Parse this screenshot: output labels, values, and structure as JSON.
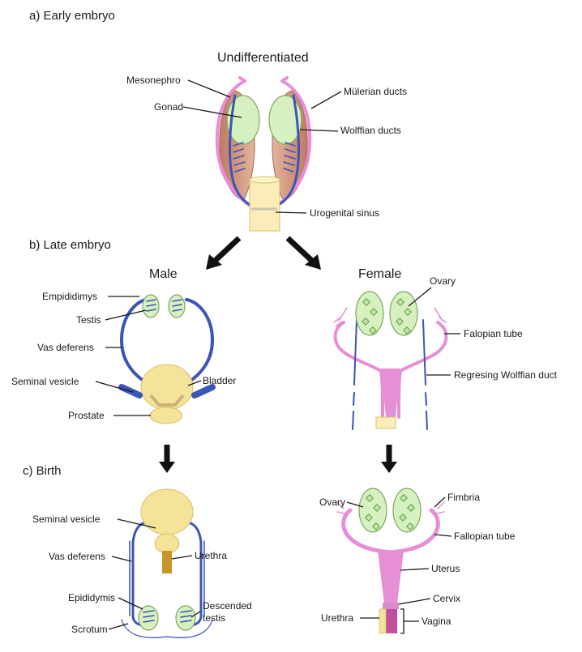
{
  "sections": {
    "a": "a) Early embryo",
    "b": "b) Late embryo",
    "c": "c) Birth"
  },
  "headings": {
    "undifferentiated": "Undifferentiated",
    "male": "Male",
    "female": "Female"
  },
  "early": {
    "mesonephro": "Mesonephro",
    "gonad": "Gonad",
    "mullerian": "Mülerian ducts",
    "wolffian": "Wolffian ducts",
    "urogenital": "Urogenital sinus"
  },
  "late_male": {
    "epididimys": "Empididimys",
    "testis": "Testis",
    "vas": "Vas deferens",
    "seminal": "Seminal vesicle",
    "bladder": "Bladder",
    "prostate": "Prostate"
  },
  "late_female": {
    "ovary": "Ovary",
    "falopian": "Falopian tube",
    "regressing": "Regresing Wolffian duct"
  },
  "birth_male": {
    "seminal": "Seminal vesicle",
    "vas": "Vas deferens",
    "urethra": "Urethra",
    "epididymis": "Epididymis",
    "descended1": "Descended",
    "descended2": "testis",
    "scrotum": "Scrotum"
  },
  "birth_female": {
    "ovary": "Ovary",
    "fimbria": "Fimbria",
    "fallopian": "Fallopian tube",
    "uterus": "Uterus",
    "cervix": "Cervix",
    "urethra": "Urethra",
    "vagina": "Vagina"
  },
  "colors": {
    "mullerian": "#e58fd6",
    "wolffian": "#3a55b8",
    "gonad": "#d7f0c0",
    "bladder": "#f6e39a",
    "mesonephros": "#c98c6f"
  }
}
